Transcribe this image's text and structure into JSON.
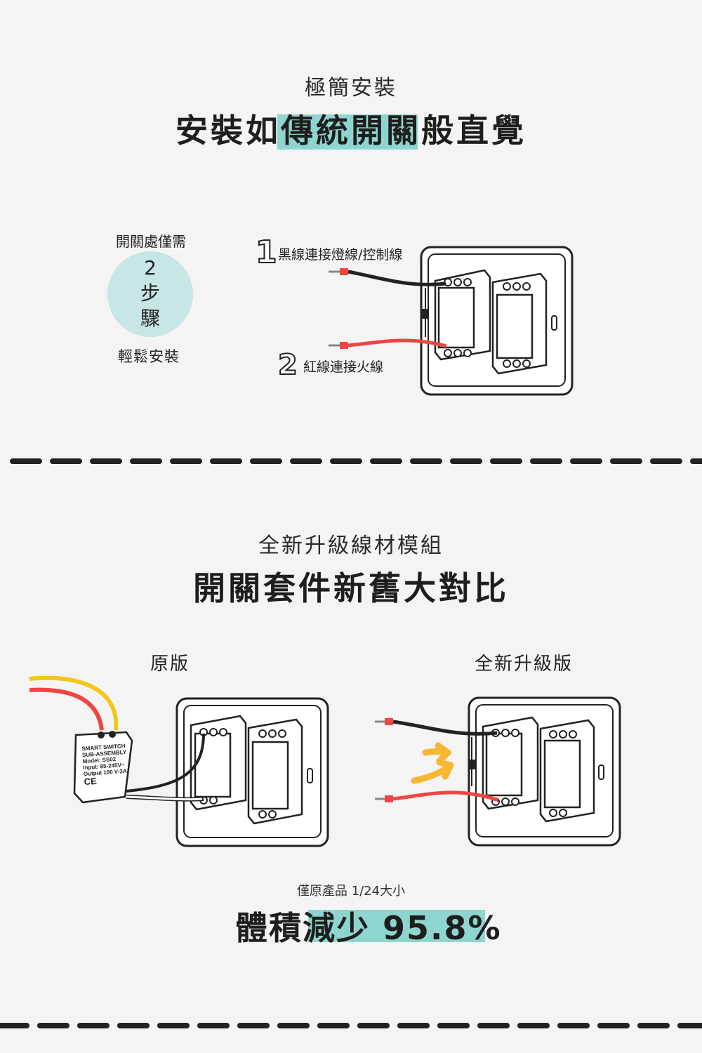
{
  "section1": {
    "subtitle": "極簡安裝",
    "title": "安裝如傳統開關般直覺",
    "badge": {
      "top_text": "開關處僅需",
      "number": "2",
      "line1": "步",
      "line2": "驟",
      "bottom_text": "輕鬆安裝"
    },
    "step1": {
      "num": "1",
      "text": "黑線連接燈線/控制線"
    },
    "step2": {
      "num": "2",
      "text": "紅線連接火線"
    }
  },
  "section2": {
    "subtitle": "全新升級線材模組",
    "title": "開關套件新舊大對比",
    "left_label": "原版",
    "right_label": "全新升級版",
    "module_text": {
      "l1": "SMART SWITCH",
      "l2": "SUB-ASSEMBLY",
      "l3": "Model: SS02",
      "l4": "Input: 85-245V~",
      "l5": "Output 100 V-3A",
      "ce": "CE"
    },
    "note": "僅原產品 1/24大小",
    "result_prefix": "體積",
    "result_hl": "減少 95.8%"
  },
  "colors": {
    "accent": "#8fd5cf",
    "badge": "#c8e6e3",
    "red_wire": "#f04545",
    "black_wire": "#222222",
    "yellow_wire": "#f5c518",
    "arrow": "#f7b733"
  }
}
